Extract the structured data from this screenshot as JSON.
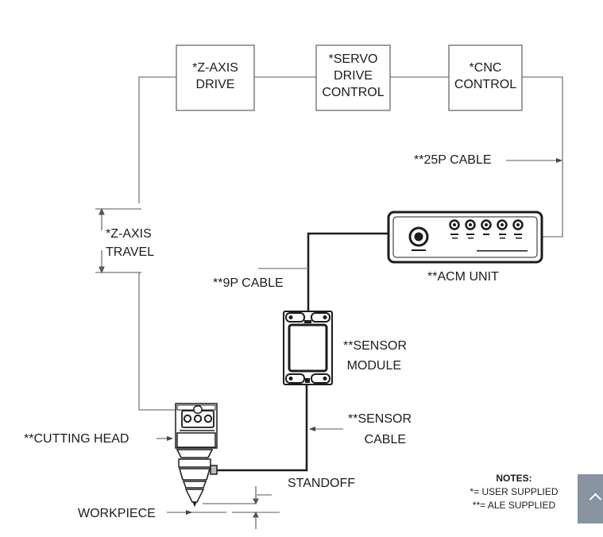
{
  "boxes": {
    "zaxis_drive": [
      "*Z-AXIS",
      "DRIVE"
    ],
    "servo_drive": [
      "*SERVO",
      "DRIVE",
      "CONTROL"
    ],
    "cnc_control": [
      "*CNC",
      "CONTROL"
    ]
  },
  "labels": {
    "cable_25p": "**25P CABLE",
    "zaxis_travel": [
      "*Z-AXIS",
      "TRAVEL"
    ],
    "cable_9p": "**9P CABLE",
    "acm_unit": "**ACM UNIT",
    "sensor_module": [
      "**SENSOR",
      "MODULE"
    ],
    "sensor_cable": [
      "**SENSOR",
      "CABLE"
    ],
    "cutting_head": "**CUTTING HEAD",
    "standoff": "STANDOFF",
    "workpiece": "WORKPIECE"
  },
  "notes": {
    "title": "NOTES:",
    "user": "*= USER SUPPLIED",
    "ale": "**= ALE SUPPLIED"
  }
}
